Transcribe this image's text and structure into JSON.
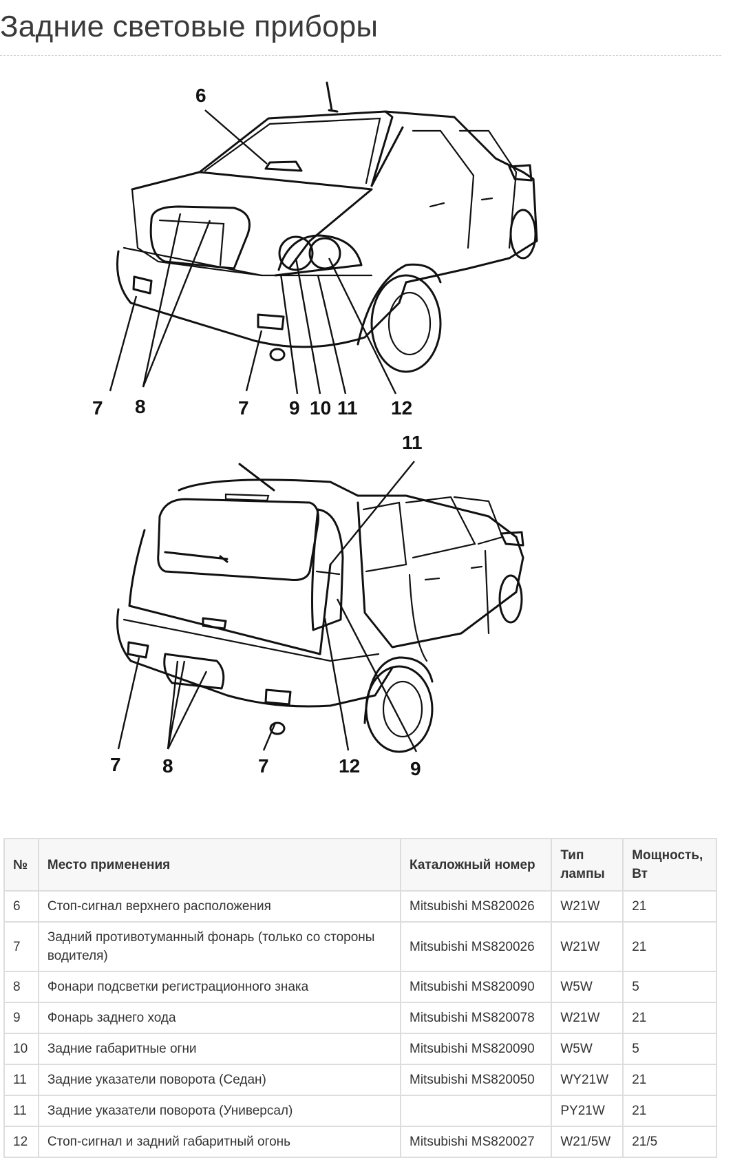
{
  "title": "Задние световые приборы",
  "figure_top": {
    "labels": [
      "6",
      "7",
      "8",
      "7",
      "9",
      "10",
      "11",
      "12"
    ]
  },
  "figure_bottom": {
    "labels": [
      "11",
      "7",
      "8",
      "7",
      "12",
      "9"
    ]
  },
  "table": {
    "headers": {
      "no": "№",
      "place": "Место применения",
      "catalog": "Каталожный номер",
      "type": "Тип лампы",
      "power": "Мощность, Вт"
    },
    "rows": [
      {
        "no": "6",
        "place": "Стоп-сигнал верхнего расположения",
        "catalog": "Mitsubishi MS820026",
        "type": "W21W",
        "power": "21"
      },
      {
        "no": "7",
        "place": "Задний противотуманный фонарь (только со стороны водителя)",
        "catalog": "Mitsubishi MS820026",
        "type": "W21W",
        "power": "21"
      },
      {
        "no": "8",
        "place": "Фонари подсветки регистрационного знака",
        "catalog": "Mitsubishi MS820090",
        "type": "W5W",
        "power": "5"
      },
      {
        "no": "9",
        "place": "Фонарь заднего хода",
        "catalog": "Mitsubishi MS820078",
        "type": "W21W",
        "power": "21"
      },
      {
        "no": "10",
        "place": "Задние габаритные огни",
        "catalog": "Mitsubishi MS820090",
        "type": "W5W",
        "power": "5"
      },
      {
        "no": "11",
        "place": "Задние указатели поворота (Седан)",
        "catalog": "Mitsubishi MS820050",
        "type": "WY21W",
        "power": "21"
      },
      {
        "no": "11",
        "place": "Задние указатели поворота (Универсал)",
        "catalog": "",
        "type": "PY21W",
        "power": "21"
      },
      {
        "no": "12",
        "place": "Стоп-сигнал и задний габаритный огонь",
        "catalog": "Mitsubishi MS820027",
        "type": "W21/5W",
        "power": "21/5"
      }
    ]
  }
}
